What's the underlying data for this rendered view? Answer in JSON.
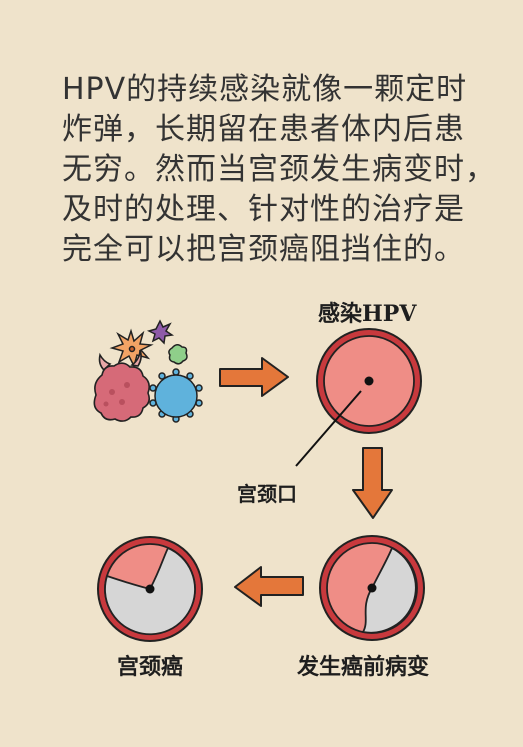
{
  "intro_lines": [
    "HPV的持续感染就像一颗定时",
    "炸弹，长期留在患者体内后患",
    "无穷。然而当宫颈发生病变时，",
    "及时的处理、针对性的治疗是",
    "完全可以把宫颈癌阻挡住的。"
  ],
  "labels": {
    "hpv_infection": "感染HPV",
    "cervix": "宫颈口",
    "precancer": "发生癌前病变",
    "cancer": "宫颈癌"
  },
  "colors": {
    "background": "#efe3cb",
    "ring": "#c8393d",
    "tissue": "#ef8d86",
    "lesion": "#d6d6d6",
    "arrow": "#e4773a",
    "virus_blue": "#5fb2dc",
    "virus_red": "#d66a78",
    "virus_orange": "#f2a365",
    "virus_purple": "#8e5aa8",
    "virus_green": "#8fcf8a"
  }
}
